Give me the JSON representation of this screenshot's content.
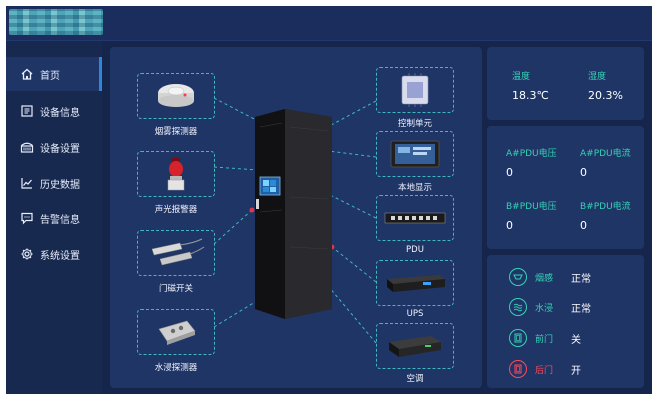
{
  "nav": [
    {
      "label": "首页",
      "icon": "home-icon",
      "active": true
    },
    {
      "label": "设备信息",
      "icon": "device-info-icon",
      "active": false
    },
    {
      "label": "设备设置",
      "icon": "device-settings-icon",
      "active": false
    },
    {
      "label": "历史数据",
      "icon": "history-chart-icon",
      "active": false
    },
    {
      "label": "告警信息",
      "icon": "alarm-message-icon",
      "active": false
    },
    {
      "label": "系统设置",
      "icon": "gear-icon",
      "active": false
    }
  ],
  "devices": {
    "smoke": "烟雾探测器",
    "alarm": "声光报警器",
    "door": "门磁开关",
    "water": "水浸探测器",
    "controller": "控制单元",
    "display": "本地显示",
    "pdu": "PDU",
    "ups": "UPS",
    "ac": "空调"
  },
  "environment": {
    "temperature_label": "温度",
    "temperature_value": "18.3℃",
    "humidity_label": "湿度",
    "humidity_value": "20.3%"
  },
  "pdu": {
    "a_voltage_label": "A#PDU电压",
    "a_voltage_value": "0",
    "a_current_label": "A#PDU电流",
    "a_current_value": "0",
    "b_voltage_label": "B#PDU电压",
    "b_voltage_value": "0",
    "b_current_label": "B#PDU电流",
    "b_current_value": "0"
  },
  "status": [
    {
      "name": "烟感",
      "value": "正常",
      "icon": "smoke-sensor-icon",
      "alarm": false
    },
    {
      "name": "水浸",
      "value": "正常",
      "icon": "water-sensor-icon",
      "alarm": false
    },
    {
      "name": "前门",
      "value": "关",
      "icon": "front-door-icon",
      "alarm": false
    },
    {
      "name": "后门",
      "value": "开",
      "icon": "rear-door-icon",
      "alarm": true
    }
  ],
  "colors": {
    "background": "#16254c",
    "panel": "#1f3566",
    "accent_teal": "#35d3b5",
    "alarm_red": "#ff4a5a",
    "dashed_line": "#3fb8c0"
  }
}
